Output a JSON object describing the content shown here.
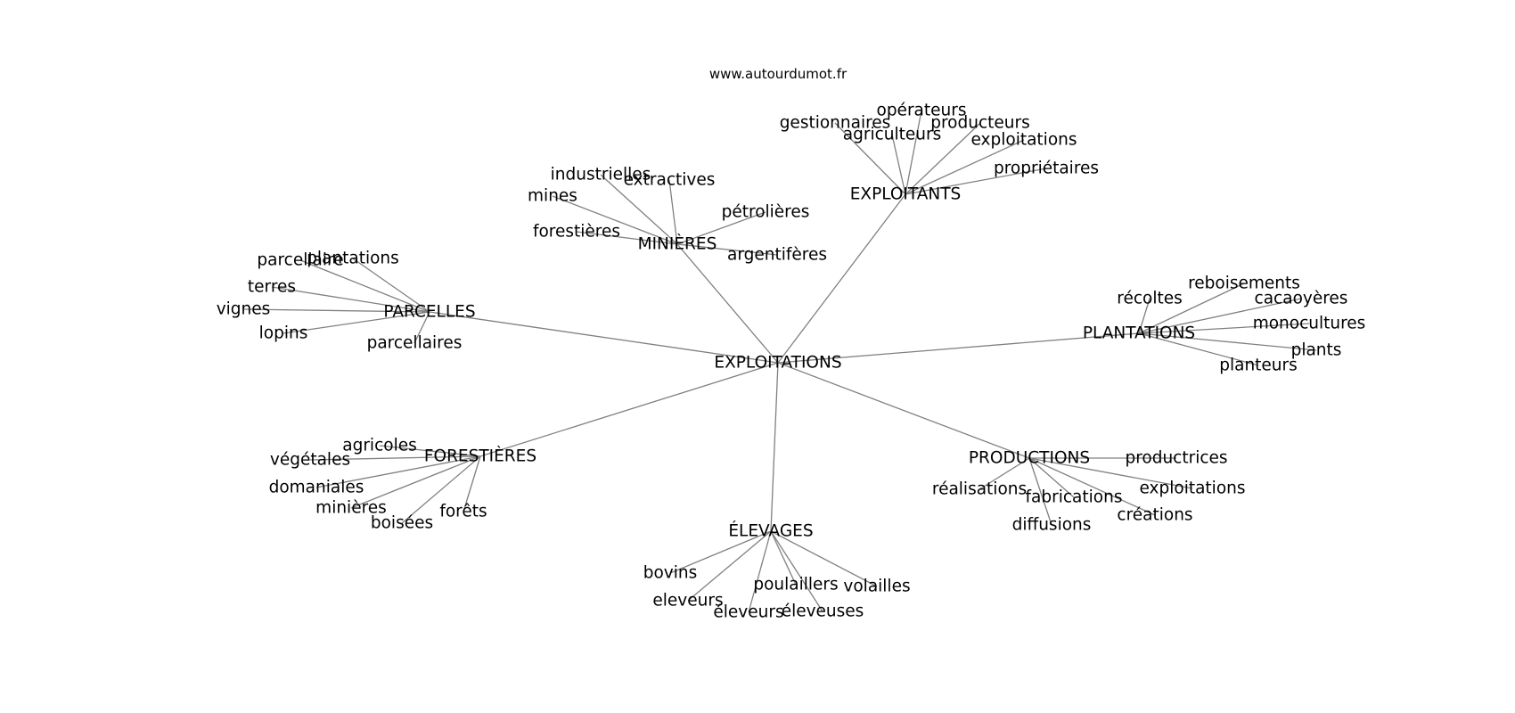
{
  "site": {
    "url": "www.autourdumot.fr"
  },
  "graph": {
    "line_color": "#808080",
    "text_color": "#000000",
    "center": {
      "label": "EXPLOITATIONS"
    },
    "clusters": [
      {
        "label": "EXPLOITANTS",
        "leaves": [
          "opérateurs",
          "gestionnaires",
          "producteurs",
          "agriculteurs",
          "exploitations",
          "propriétaires"
        ]
      },
      {
        "label": "MINIÈRES",
        "leaves": [
          "industrielles",
          "extractives",
          "mines",
          "pétrolières",
          "forestières",
          "argentifères"
        ]
      },
      {
        "label": "PARCELLES",
        "leaves": [
          "parcellaire",
          "plantations",
          "terres",
          "vignes",
          "lopins",
          "parcellaires"
        ]
      },
      {
        "label": "PLANTATIONS",
        "leaves": [
          "reboisements",
          "récoltes",
          "cacaoyères",
          "monocultures",
          "plants",
          "planteurs"
        ]
      },
      {
        "label": "FORESTIÈRES",
        "leaves": [
          "agricoles",
          "végétales",
          "domaniales",
          "minières",
          "boisées",
          "forêts"
        ]
      },
      {
        "label": "PRODUCTIONS",
        "leaves": [
          "productrices",
          "réalisations",
          "exploitations",
          "fabrications",
          "créations",
          "diffusions"
        ]
      },
      {
        "label": "ÉLEVAGES",
        "leaves": [
          "bovins",
          "poulaillers",
          "volailles",
          "eleveurs",
          "éleveurs",
          "éleveuses"
        ]
      }
    ]
  }
}
